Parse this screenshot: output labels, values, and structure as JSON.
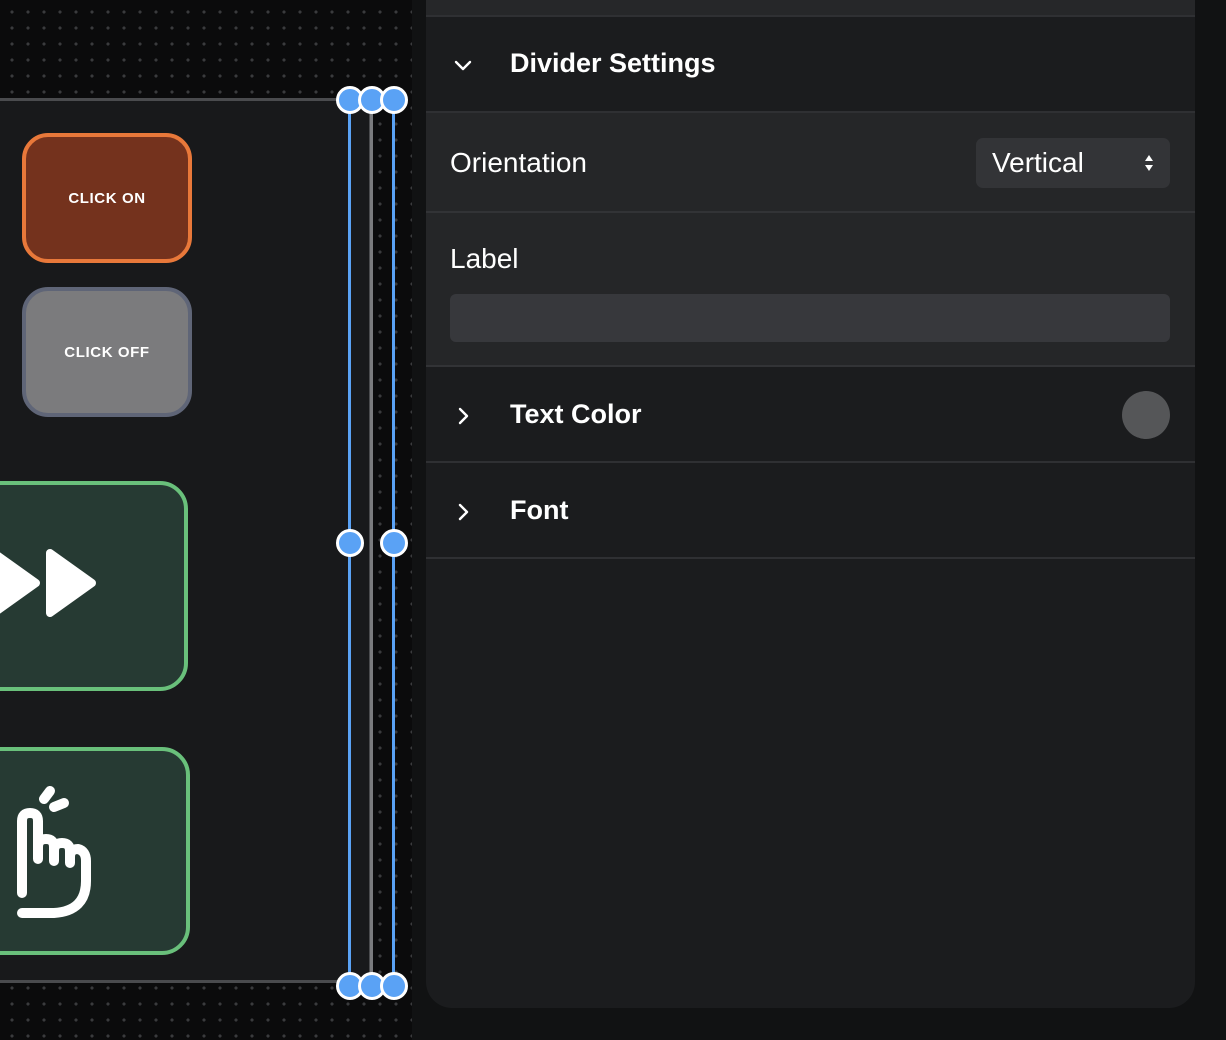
{
  "canvas": {
    "tiles": {
      "on_label": "CLICK ON",
      "off_label": "CLICK OFF",
      "fast_forward_icon": "fast-forward-icon",
      "tap_icon": "tap-hand-icon"
    },
    "colors": {
      "selection": "#5aa2f5",
      "on_fill": "#74321d",
      "on_border": "#e8783a",
      "off_fill": "#7b7b7d",
      "green_fill": "#263a33",
      "green_border": "#69c07b"
    }
  },
  "panel": {
    "divider_settings": {
      "title": "Divider Settings",
      "expanded": true
    },
    "orientation": {
      "label": "Orientation",
      "value": "Vertical"
    },
    "label_field": {
      "label": "Label",
      "value": ""
    },
    "text_color": {
      "title": "Text Color",
      "swatch_color": "#555658",
      "expanded": false
    },
    "font": {
      "title": "Font",
      "expanded": false
    }
  }
}
